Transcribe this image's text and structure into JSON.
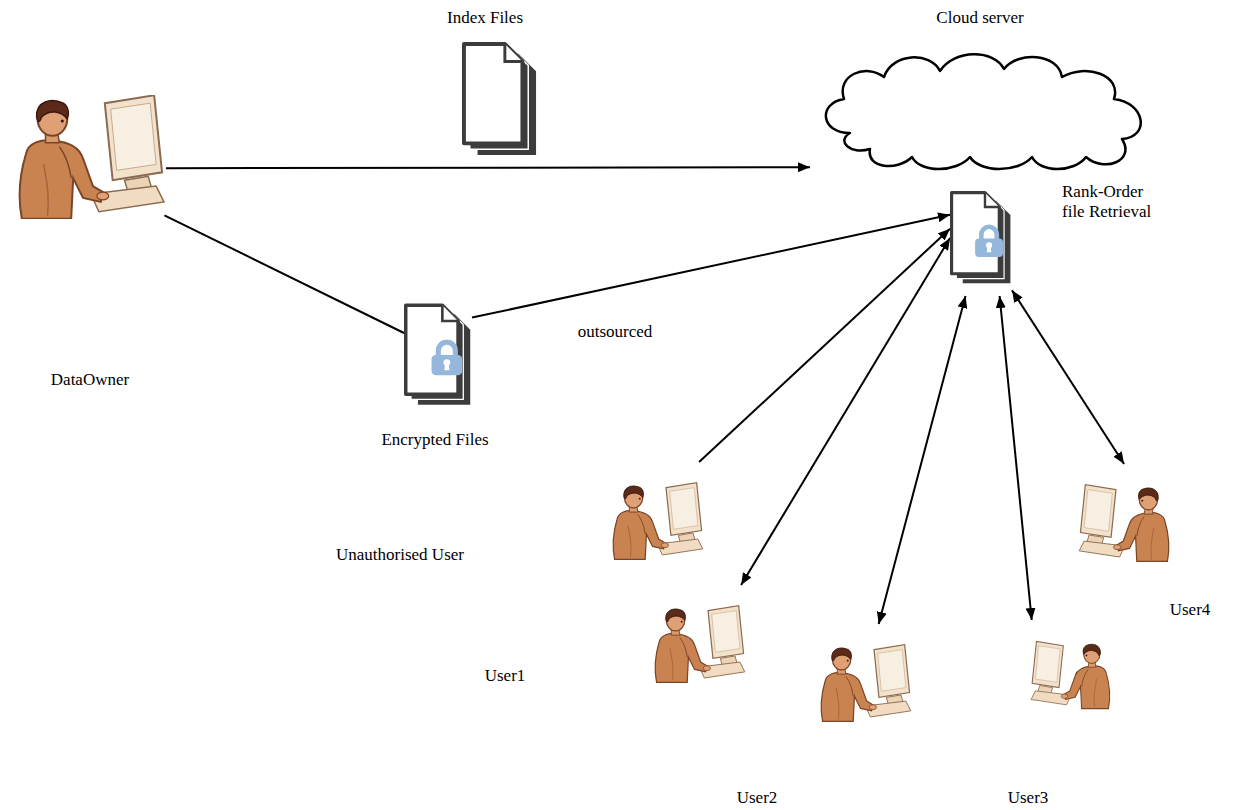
{
  "diagram": {
    "nodes": [
      {
        "text": [
          "Index Files"
        ]
      },
      {
        "text": [
          "Cloud server"
        ]
      },
      {
        "text": [
          "Rank-Order file Retrieval"
        ]
      },
      {
        "text": [
          "DataOwner"
        ]
      },
      {
        "text": [
          "Encrypted Files"
        ]
      },
      {
        "text": [
          "Unauthorised User"
        ]
      },
      {
        "text": [
          "User4"
        ]
      },
      {
        "text": [
          "User1"
        ]
      },
      {
        "text": [
          "User2"
        ]
      },
      {
        "text": [
          "User3"
        ]
      }
    ],
    "edges": [
      {
        "from": 3,
        "to": 1,
        "arrow": "to"
      },
      {
        "from": 3,
        "to": 4,
        "arrow": "none"
      },
      {
        "from": 4,
        "to": 2,
        "arrow": "to"
      },
      {
        "from": 5,
        "to": 2,
        "arrow": "to"
      },
      {
        "from": 7,
        "to": 2,
        "arrow": "both"
      },
      {
        "from": 8,
        "to": 2,
        "arrow": "both"
      },
      {
        "from": 9,
        "to": 2,
        "arrow": "both"
      },
      {
        "from": 6,
        "to": 2,
        "arrow": "both"
      }
    ],
    "labels": [
      "outsourced"
    ]
  }
}
